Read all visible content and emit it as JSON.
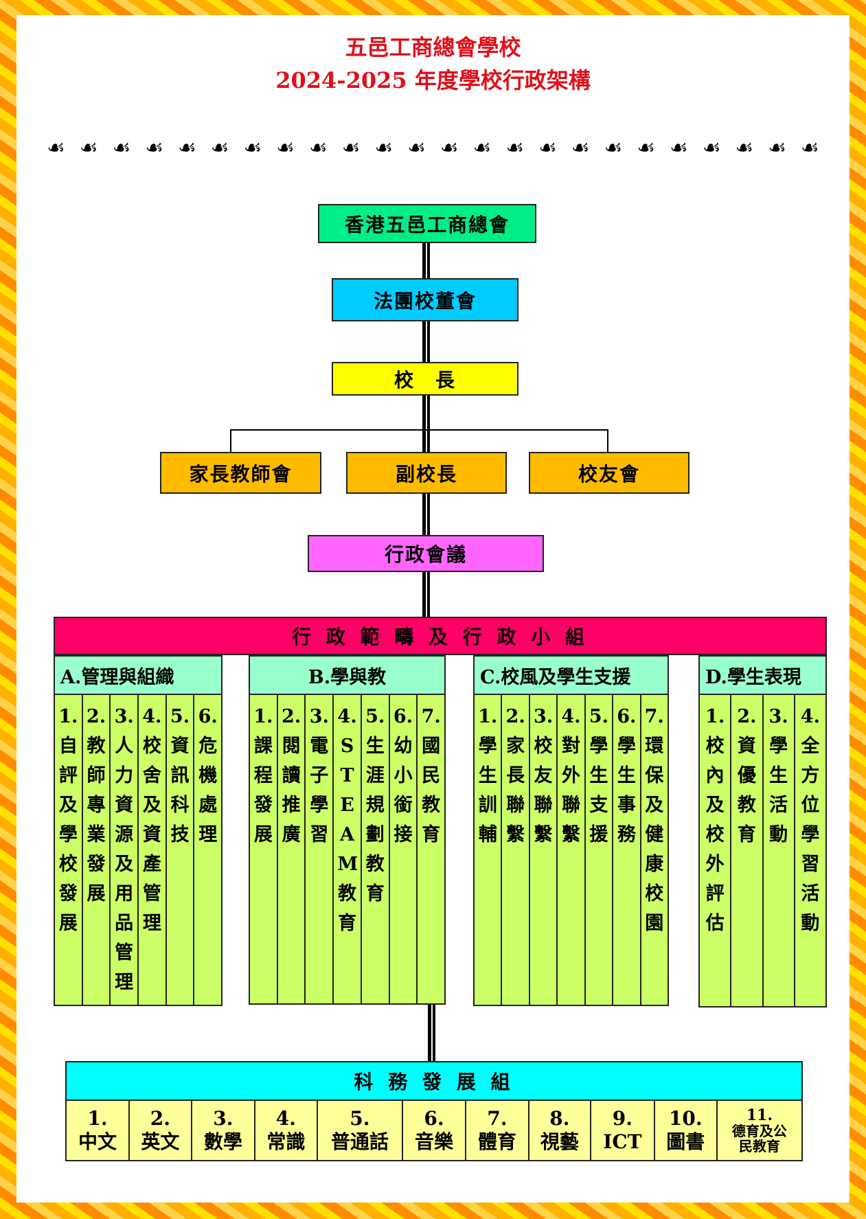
{
  "title": {
    "line1": "五邑工商總會學校",
    "line2": "2024-2025 年度學校行政架構"
  },
  "ornament": {
    "icon": "floral-swirl-icon",
    "count": 24
  },
  "org": {
    "federation": "香港五邑工商總會",
    "board": "法團校董會",
    "principal": "校　長",
    "pta": "家長教師會",
    "vice_principal": "副校長",
    "alumni": "校友會",
    "admin_meeting": "行政會議",
    "admin_scope": "行 政 範 疇 及 行 政 小 組",
    "subject_dev": "科 務 發 展 組"
  },
  "groups": [
    {
      "title": "A.管理與組織",
      "items": [
        {
          "n": "1.",
          "t": "自評及學校發展"
        },
        {
          "n": "2.",
          "t": "教師專業發展"
        },
        {
          "n": "3.",
          "t": "人力資源及用品管理"
        },
        {
          "n": "4.",
          "t": "校舍及資產管理"
        },
        {
          "n": "5.",
          "t": "資訊科技"
        },
        {
          "n": "6.",
          "t": "危機處理"
        }
      ]
    },
    {
      "title": "B.學與教",
      "items": [
        {
          "n": "1.",
          "t": "課程發展"
        },
        {
          "n": "2.",
          "t": "閱讀推廣"
        },
        {
          "n": "3.",
          "t": "電子學習"
        },
        {
          "n": "4.",
          "t": "STEAM教育"
        },
        {
          "n": "5.",
          "t": "生涯規劃教育"
        },
        {
          "n": "6.",
          "t": "幼小銜接"
        },
        {
          "n": "7.",
          "t": "國民教育"
        }
      ]
    },
    {
      "title": "C.校風及學生支援",
      "items": [
        {
          "n": "1.",
          "t": "學生訓輔"
        },
        {
          "n": "2.",
          "t": "家長聯繫"
        },
        {
          "n": "3.",
          "t": "校友聯繫"
        },
        {
          "n": "4.",
          "t": "對外聯繫"
        },
        {
          "n": "5.",
          "t": "學生支援"
        },
        {
          "n": "6.",
          "t": "學生事務"
        },
        {
          "n": "7.",
          "t": "環保及健康校園"
        }
      ]
    },
    {
      "title": "D.學生表現",
      "items": [
        {
          "n": "1.",
          "t": "校內及校外評估"
        },
        {
          "n": "2.",
          "t": "資優教育"
        },
        {
          "n": "3.",
          "t": "學生活動"
        },
        {
          "n": "4.",
          "t": "全方位學習活動"
        }
      ]
    }
  ],
  "subjects": [
    {
      "n": "1.",
      "t": "中文"
    },
    {
      "n": "2.",
      "t": "英文"
    },
    {
      "n": "3.",
      "t": "數學"
    },
    {
      "n": "4.",
      "t": "常識"
    },
    {
      "n": "5.",
      "t": "普通話"
    },
    {
      "n": "6.",
      "t": "音樂"
    },
    {
      "n": "7.",
      "t": "體育"
    },
    {
      "n": "8.",
      "t": "視藝"
    },
    {
      "n": "9.",
      "t": "ICT"
    },
    {
      "n": "10.",
      "t": "圖書"
    },
    {
      "n": "11.",
      "t": "德育及公民教育"
    }
  ],
  "colors": {
    "federation": "#00ee88",
    "board": "#00ccff",
    "principal": "#ffff00",
    "level3": "#ffbb00",
    "admin_meeting": "#ff66ff",
    "scope": "#ff0066",
    "group_head": "#99ffcc",
    "group_body": "#ccff66",
    "subject_head": "#00ffff",
    "subject_body": "#ffff99",
    "title": "#e0101a"
  }
}
